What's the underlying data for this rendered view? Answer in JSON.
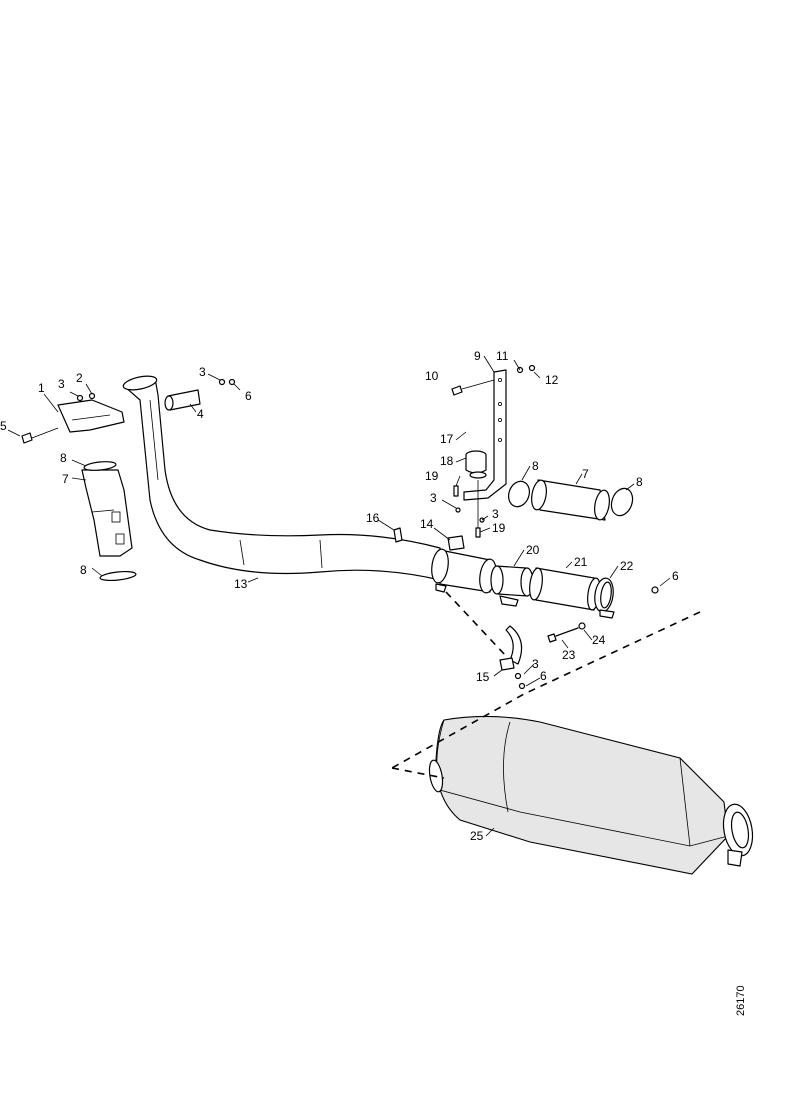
{
  "figure_ref": "26170",
  "callouts": {
    "c1": "1",
    "c2": "2",
    "c3a": "3",
    "c3b": "3",
    "c3c": "3",
    "c3d": "3",
    "c3e": "3",
    "c4": "4",
    "c5": "5",
    "c6a": "6",
    "c6b": "6",
    "c6c": "6",
    "c7a": "7",
    "c7b": "7",
    "c8a": "8",
    "c8b": "8",
    "c8c": "8",
    "c8d": "8",
    "c9": "9",
    "c10": "10",
    "c11": "11",
    "c12": "12",
    "c13": "13",
    "c14": "14",
    "c15": "15",
    "c16": "16",
    "c17": "17",
    "c18": "18",
    "c19a": "19",
    "c19b": "19",
    "c20": "20",
    "c21": "21",
    "c22": "22",
    "c23": "23",
    "c24": "24",
    "c25": "25"
  }
}
